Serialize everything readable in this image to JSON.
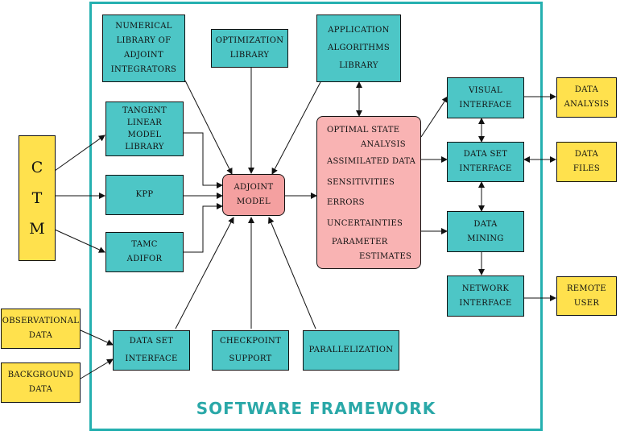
{
  "framework_title": "SOFTWARE FRAMEWORK",
  "boxes": {
    "ctm": [
      "C",
      "T",
      "M"
    ],
    "numerical_library": [
      "NUMERICAL",
      "LIBRARY OF",
      "ADJOINT",
      "INTEGRATORS"
    ],
    "optimization_library": [
      "OPTIMIZATION",
      "LIBRARY"
    ],
    "application_algorithms": [
      "APPLICATION",
      "ALGORITHMS",
      "LIBRARY"
    ],
    "tangent_linear": [
      "TANGENT",
      "LINEAR",
      "MODEL",
      "LIBRARY"
    ],
    "kpp": [
      "KPP"
    ],
    "tamc": [
      "TAMC",
      "ADIFOR"
    ],
    "adjoint_model": [
      "ADJOINT",
      "MODEL"
    ],
    "outputs": [
      "OPTIMAL STATE",
      "ANALYSIS",
      "ASSIMILATED DATA",
      "SENSITIVITIES",
      "ERRORS",
      "UNCERTAINTIES",
      "PARAMETER",
      "ESTIMATES"
    ],
    "visual_interface": [
      "VISUAL",
      "INTERFACE"
    ],
    "data_set_interface_right": [
      "DATA SET",
      "INTERFACE"
    ],
    "data_mining": [
      "DATA",
      "MINING"
    ],
    "network_interface": [
      "NETWORK",
      "INTERFACE"
    ],
    "data_analysis": [
      "DATA",
      "ANALYSIS"
    ],
    "data_files": [
      "DATA",
      "FILES"
    ],
    "remote_user": [
      "REMOTE",
      "USER"
    ],
    "observational_data": [
      "OBSERVATIONAL",
      "DATA"
    ],
    "background_data": [
      "BACKGROUND",
      "DATA"
    ],
    "data_set_interface_bottom": [
      "DATA SET",
      "INTERFACE"
    ],
    "checkpoint_support": [
      "CHECKPOINT",
      "SUPPORT"
    ],
    "parallelization": [
      "PARALLELIZATION"
    ]
  },
  "colors": {
    "frame": "#25b0b0",
    "teal_box": "#4dc6c6",
    "yellow_box": "#ffe14d",
    "pink_box": "#f9b3b3"
  }
}
